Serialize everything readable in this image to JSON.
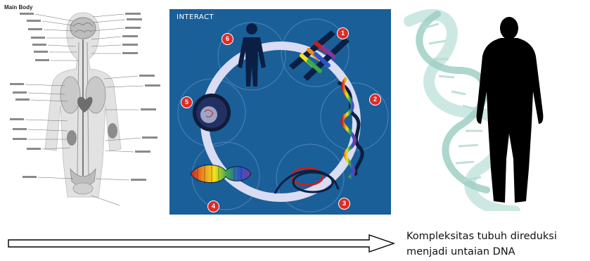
{
  "left_panel": {
    "title": "Main Body"
  },
  "center_panel": {
    "brand": "INTERACT",
    "steps": [
      "1",
      "2",
      "3",
      "4",
      "5",
      "6"
    ],
    "colors": {
      "background": "#1a5f98",
      "ring": "#d9dcf2",
      "badge": "#e02a27",
      "silhouette": "#0b1f44"
    }
  },
  "right_panel": {
    "colors": {
      "silhouette": "#000000",
      "helix": "#9fcfc4"
    }
  },
  "arrow": {
    "direction": "right",
    "icon": "outline-arrow-icon"
  },
  "caption": {
    "line1": "Kompleksitas tubuh direduksi",
    "line2": "menjadi untaian DNA"
  }
}
